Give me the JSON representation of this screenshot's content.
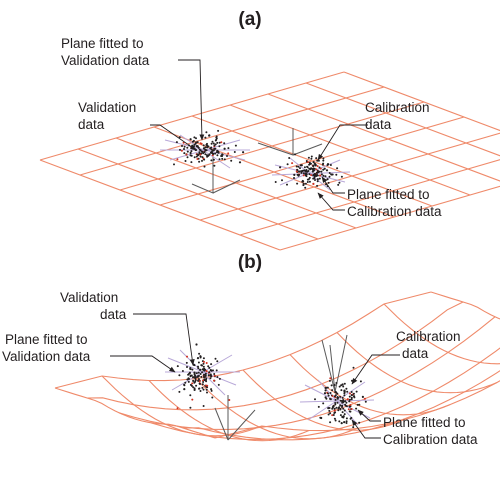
{
  "panels": [
    {
      "id": "a",
      "label": "(a)",
      "annotations": {
        "plane_validation": [
          "Plane fitted to",
          "Validation data"
        ],
        "validation": [
          "Validation",
          "data"
        ],
        "calibration": [
          "Calibration",
          "data"
        ],
        "plane_calibration": [
          "Plane fitted to",
          "Calibration data"
        ]
      }
    },
    {
      "id": "b",
      "label": "(b)",
      "annotations": {
        "validation": [
          "Validation",
          "data"
        ],
        "plane_validation": [
          "Plane fitted to",
          "Validation data"
        ],
        "calibration": [
          "Calibration",
          "data"
        ],
        "plane_calibration": [
          "Plane fitted to",
          "Calibration data"
        ]
      }
    }
  ],
  "colors": {
    "grid": "#ef8a6a",
    "points": "#231f20",
    "highlight_points": "#d03020",
    "fitted_plane": "#b8a8d8",
    "text": "#231f20"
  }
}
